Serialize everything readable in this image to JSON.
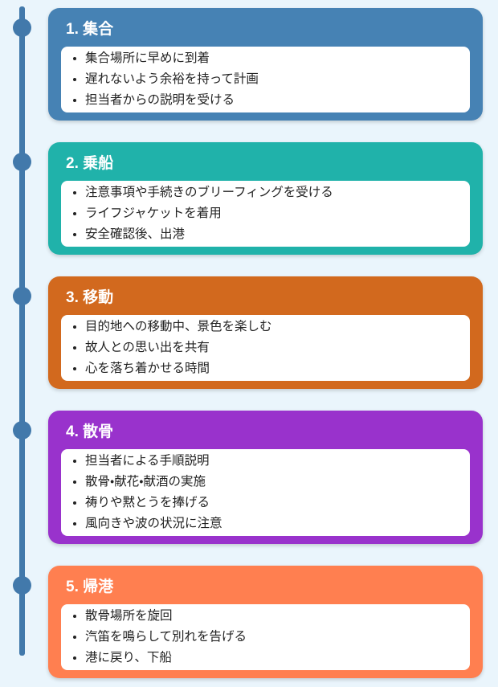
{
  "page": {
    "background": "#eaf5fc"
  },
  "timeline": {
    "line_color": "#4279ab",
    "dot_color": "#4279ab"
  },
  "steps": [
    {
      "title": "1. 集合",
      "color": "#4682b4",
      "items": [
        "集合場所に早めに到着",
        "遅れないよう余裕を持って計画",
        "担当者からの説明を受ける"
      ]
    },
    {
      "title": "2. 乗船",
      "color": "#20b2aa",
      "items": [
        "注意事項や手続きのブリーフィングを受ける",
        "ライフジャケットを着用",
        "安全確認後、出港"
      ]
    },
    {
      "title": "3. 移動",
      "color": "#d2691e",
      "items": [
        "目的地への移動中、景色を楽しむ",
        "故人との思い出を共有",
        "心を落ち着かせる時間"
      ]
    },
    {
      "title": "4. 散骨",
      "color": "#9932cc",
      "items": [
        "担当者による手順説明",
        "散骨・献花・献酒の実施",
        "祷りや黙とうを捧げる",
        "風向きや波の状況に注意"
      ]
    },
    {
      "title": "5. 帰港",
      "color": "#ff7f50",
      "items": [
        "散骨場所を旋回",
        "汽笛を鳴らして別れを告げる",
        "港に戻り、下船"
      ]
    }
  ]
}
